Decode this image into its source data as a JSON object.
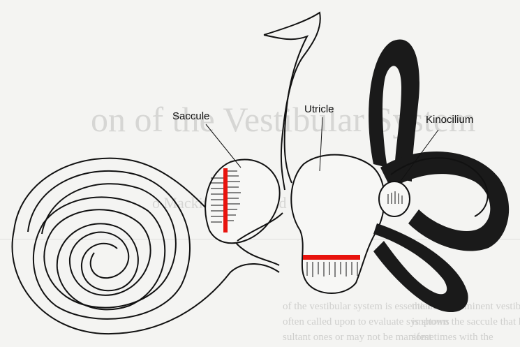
{
  "labels": {
    "saccule": "Saccule",
    "utricle": "Utricle",
    "kinocilium": "Kinocilium"
  },
  "background_text": {
    "title": "on of the Vestibular System",
    "subline": "o Mackitt, Lewis, and Sinson Lbesch",
    "para_left": [
      "of the vestibular system is essential to",
      "often called upon to evaluate symptoms",
      "sultant ones or may not be manifest"
    ],
    "para_right": [
      "the most prominent vestibul",
      "is shown the saccule that high",
      "sometimes with the"
    ]
  },
  "colors": {
    "highlight": "#e8140e",
    "ink": "#111111",
    "canal_fill": "#1a1a1a"
  }
}
